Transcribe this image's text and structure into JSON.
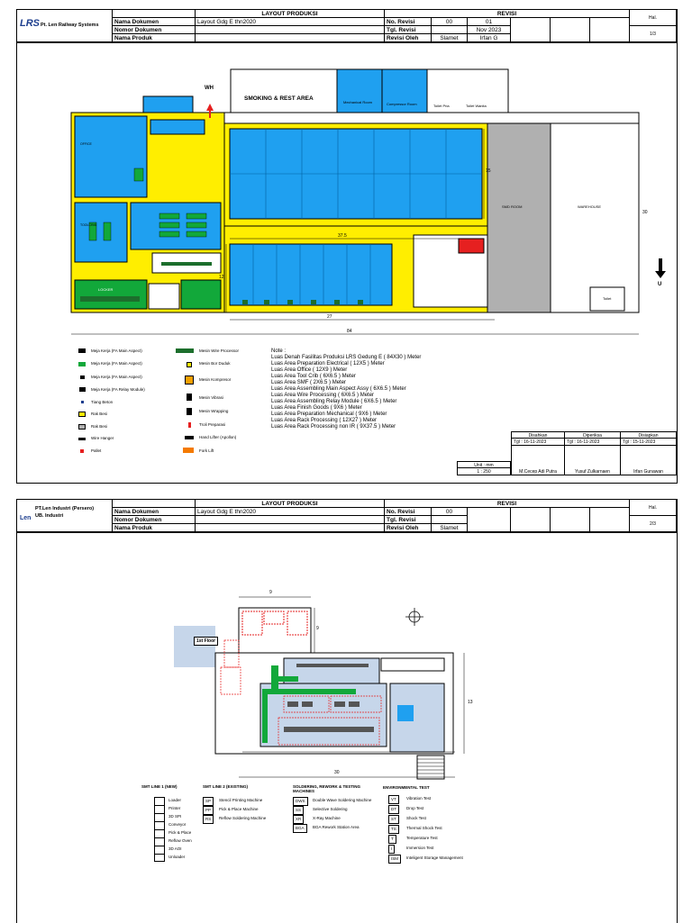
{
  "colors": {
    "blue": "#1fa0f0",
    "yellow": "#ffee00",
    "grey": "#b0b0b0",
    "green": "#12a83a",
    "red": "#e62020",
    "darkgreen": "#1c6e2c"
  },
  "sheet1": {
    "company": "Pt. Len Railway Systems",
    "logo_text": "LRS",
    "doc_labels": {
      "name": "Nama Dokumen",
      "number": "Nomor Dokumen",
      "product": "Nama Produk"
    },
    "title": "LAYOUT PRODUKSI",
    "doc_name": "Layout Gdg E thn2020",
    "revision_header": "REVISI",
    "rev_labels": {
      "no": "No. Revisi",
      "date": "Tgl. Revisi",
      "by": "Revisi Oleh"
    },
    "rev_values": {
      "no": [
        "00",
        "01"
      ],
      "date": [
        "",
        "Nov 2023"
      ],
      "by": [
        "Slamet",
        "Irfan G"
      ]
    },
    "hal_label": "Hal.",
    "hal_value": "1/3",
    "rooms": {
      "wh": "WH",
      "smoking": "SMOKING & REST AREA",
      "mechanical": "Mechanical Room",
      "compressor": "Compressor Room",
      "toilet_pria": "Toilet Pria",
      "toilet_wanita": "Toilet Wanita",
      "smd": "SMD ROOM",
      "warehouse": "WAREHOUSE",
      "toilet": "Toilet",
      "locker": "LOCKER",
      "toolcrib": "TOOLCRIB",
      "office": "OFFICE"
    },
    "dims": {
      "d375": "37.5",
      "d15": "15",
      "d12": "12",
      "d27": "27",
      "d84": "84",
      "d30": "30"
    },
    "north": "U",
    "legend_left": [
      "Meja Kerja (FA Main Aspect)",
      "Meja Kerja (FA Main Aspect)",
      "Meja Kerja (FA Main Aspect)",
      "Meja Kerja (FA Relay Module)",
      "Tiang Beton",
      "Rak Besi",
      "Rak Besi",
      "Wire Hanger",
      "Pallet"
    ],
    "legend_right": [
      "Mesin Wire Processor",
      "Mesin Bor Duduk",
      "Mesin Kompresor",
      "Mesin Vibrasi",
      "Mesin Wrapping",
      "Troli Preparasi",
      "Hand Lifter (Apollon)",
      "Fork Lift"
    ],
    "notes": [
      "Note :",
      "Luas Denah Fasilitas Produksi LRS Gedung E ( 84X30 ) Meter",
      "Luas Area Preparation Electrical ( 12X5 ) Meter",
      "Luas Area Office ( 12X9 ) Meter",
      "Luas Area Tool Crib ( 6X6.5 ) Meter",
      "Luas Area SMF ( 2X6.5 ) Meter",
      "Luas Area Assembling Main Aspect Assy ( 6X6.5 ) Meter",
      "Luas Area Wire Processing ( 6X6.5 ) Meter",
      "Luas Area Assembling Relay Module ( 6X6.5 ) Meter",
      "Luas Area Finish Goods ( 9X6 ) Meter",
      "Luas Area Preparation Mechanical ( 9X6 ) Meter",
      "Luas Area Rack Processing ( 12X27 ) Meter",
      "Luas Area Rack Processing non IR ( 9X37.5 ) Meter"
    ],
    "sign": {
      "headers": [
        "Disahkan",
        "Diperiksa",
        "Disiapkan"
      ],
      "dates": [
        "Tgl : 16-11-2023",
        "Tgl : 16-11-2023",
        "Tgl : 15-11-2023"
      ],
      "names": [
        "M.Cecep Adi Putra",
        "Yusuf Zulkarnaen",
        "Irfan Gunawan"
      ],
      "unit_label": "Unit : mm",
      "scale": "1 : 250"
    }
  },
  "sheet2": {
    "company": "PT.Len Industri (Persero)",
    "division": "UB. Industri",
    "logo_text": "Len",
    "doc_labels": {
      "name": "Nama Dokumen",
      "number": "Nomor Dokumen",
      "product": "Nama Produk"
    },
    "title": "LAYOUT PRODUKSI",
    "doc_name": "Layout Gdg E thn2020",
    "revision_header": "REVISI",
    "rev_labels": {
      "no": "No. Revisi",
      "date": "Tgl. Revisi",
      "by": "Revisi Oleh"
    },
    "rev_values": {
      "no": "00",
      "by": "Slamet"
    },
    "hal_label": "Hal.",
    "hal_value": "2/3",
    "floor_label": "1st Floor",
    "dims": {
      "d9": "9",
      "d9b": "9",
      "d13": "13",
      "d30": "30"
    },
    "legend": {
      "smt1_title": "SMT LINE 1 (NEW)",
      "smt1": [
        "Loader",
        "Printer",
        "3D SPI",
        "Conveyor",
        "Pick & Place",
        "Reflow Oven",
        "3D AOI",
        "Unloader"
      ],
      "smt2_title": "SMT LINE 2 (EXISTING)",
      "smt2": [
        {
          "code": "SP",
          "label": "Stencil Printing Machine"
        },
        {
          "code": "PP",
          "label": "Pick & Place Machine"
        },
        {
          "code": "RS",
          "label": "Reflow Soldering Machine"
        }
      ],
      "solder_title": "SOLDERING, REWORK & TESTING MACHINES",
      "solder": [
        {
          "code": "DWS",
          "label": "Double Wave Soldering Machine"
        },
        {
          "code": "SS",
          "label": "Selective Soldering"
        },
        {
          "code": "XR",
          "label": "X-Ray Machine"
        },
        {
          "code": "BGA",
          "label": "BGA Rework Station Area"
        }
      ],
      "env_title": "ENVIRONMENTAL TEST",
      "env": [
        {
          "code": "VT",
          "label": "Vibration Test"
        },
        {
          "code": "DT",
          "label": "Drop Test"
        },
        {
          "code": "ST",
          "label": "Shock Test"
        },
        {
          "code": "TS",
          "label": "Thermal Shock Test"
        },
        {
          "code": "T",
          "label": "Temperature Test"
        },
        {
          "code": "I",
          "label": "Immersion Test"
        },
        {
          "code": "ISM",
          "label": "Inteligent Storage Management"
        }
      ]
    }
  }
}
